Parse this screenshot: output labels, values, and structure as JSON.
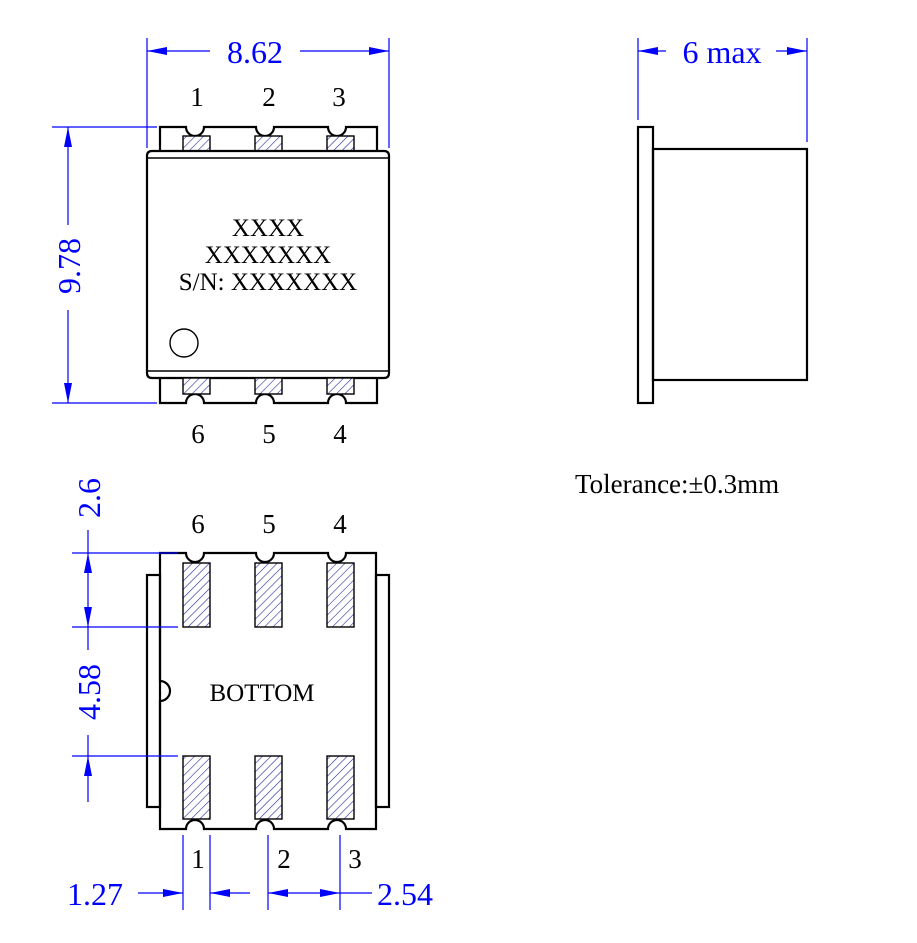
{
  "top_view": {
    "pins_top": [
      "1",
      "2",
      "3"
    ],
    "pins_bottom": [
      "6",
      "5",
      "4"
    ],
    "marking_line1": "XXXX",
    "marking_line2": "XXXXXXX",
    "marking_line3": "S/N: XXXXXXX",
    "width_dim": "8.62",
    "height_dim": "9.78"
  },
  "side_view": {
    "height_dim": "6 max"
  },
  "bottom_view": {
    "label": "BOTTOM",
    "pins_top": [
      "6",
      "5",
      "4"
    ],
    "pins_bottom": [
      "1",
      "2",
      "3"
    ],
    "dim_pad_length": "2.6",
    "dim_pad_gap": "4.58",
    "dim_pad_width": "1.27",
    "dim_pitch": "2.54"
  },
  "tolerance": "Tolerance:±0.3mm",
  "colors": {
    "dimension": "#0000ff",
    "outline": "#000000",
    "hatch": "#1a1a8c"
  }
}
